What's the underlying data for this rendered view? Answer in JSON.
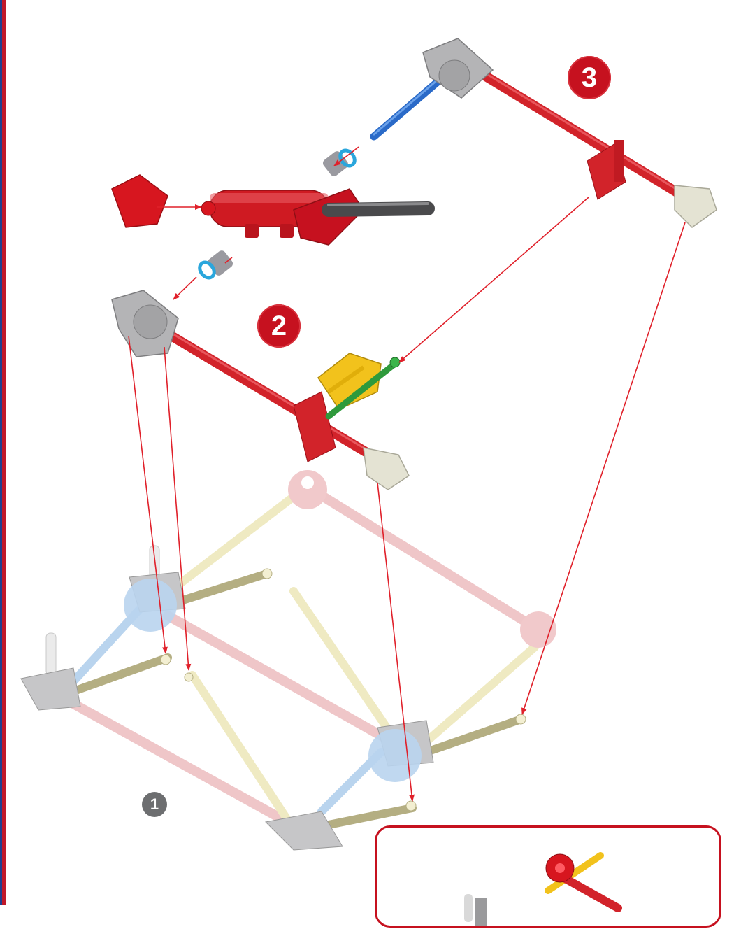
{
  "steps": {
    "step1": "1",
    "step2": "2",
    "step3": "3"
  },
  "colors": {
    "accent_red": "#c6111f",
    "badge_gray": "#6d6e70",
    "rod_red": "#d2232a",
    "rod_blue": "#2a6ac8",
    "faded_pink": "#efc6c8",
    "faded_yellow": "#efeac2",
    "faded_blue": "#b9d4ee",
    "olive": "#b4ae82",
    "connector_gray": "#b1b1b3",
    "connector_yellow": "#f2c21c",
    "connector_green": "#2f9a3c"
  }
}
